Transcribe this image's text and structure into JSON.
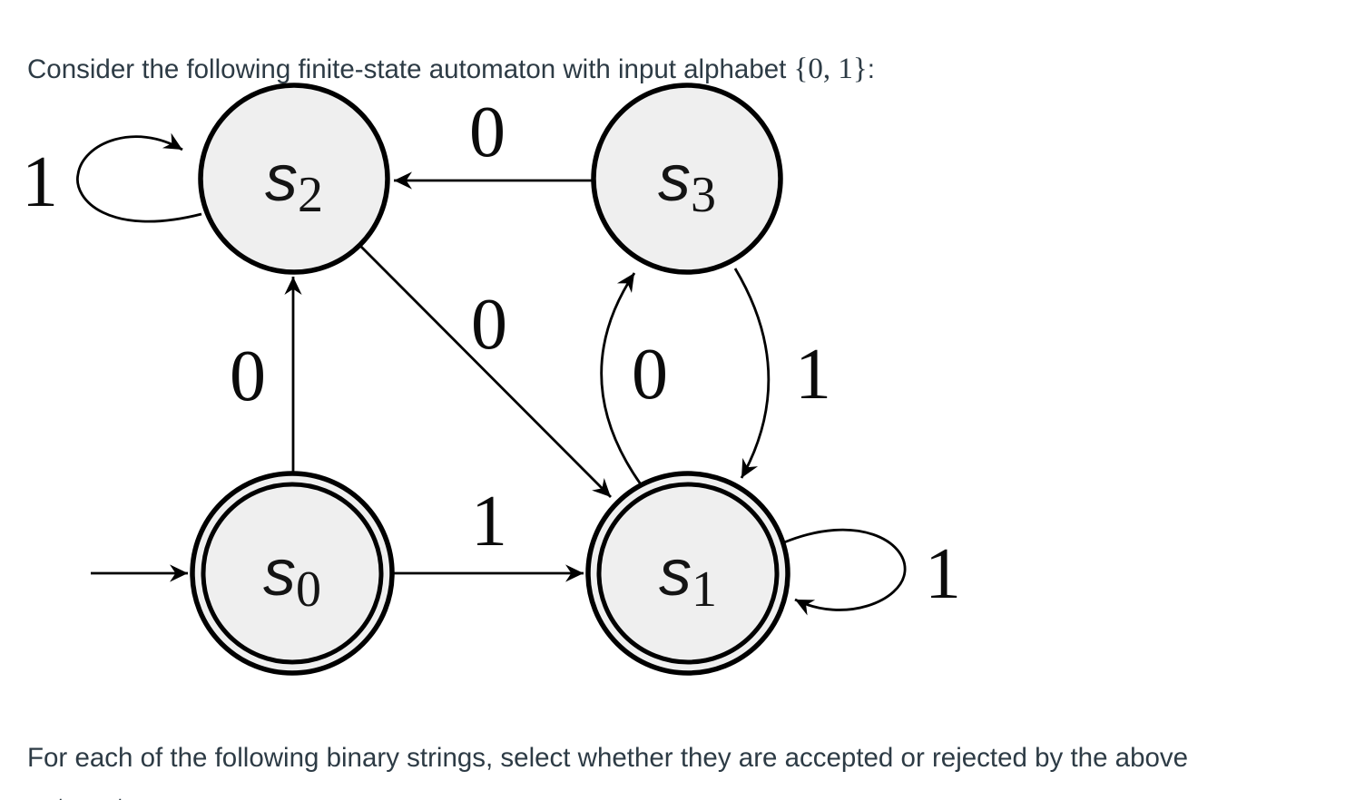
{
  "question": {
    "intro_prefix": "Consider the following finite-state automaton with input alphabet ",
    "intro_math": "{0, 1}",
    "intro_suffix": ":",
    "footer_lines": [
      "For each of the following binary strings, select whether they are accepted or rejected by the above",
      "automaton."
    ]
  },
  "automaton": {
    "states": {
      "s0": {
        "main": "s",
        "sub": "0",
        "accepting": true,
        "start": true
      },
      "s1": {
        "main": "s",
        "sub": "1",
        "accepting": true,
        "start": false
      },
      "s2": {
        "main": "s",
        "sub": "2",
        "accepting": false,
        "start": false
      },
      "s3": {
        "main": "s",
        "sub": "3",
        "accepting": false,
        "start": false
      }
    },
    "transitions": [
      {
        "from": "s0",
        "to": "s2",
        "symbol": "0"
      },
      {
        "from": "s0",
        "to": "s1",
        "symbol": "1"
      },
      {
        "from": "s1",
        "to": "s3",
        "symbol": "0"
      },
      {
        "from": "s1",
        "to": "s1",
        "symbol": "1"
      },
      {
        "from": "s2",
        "to": "s2",
        "symbol": "1"
      },
      {
        "from": "s2",
        "to": "s1",
        "symbol": "0"
      },
      {
        "from": "s3",
        "to": "s2",
        "symbol": "0"
      },
      {
        "from": "s3",
        "to": "s1",
        "symbol": "1"
      }
    ],
    "colors": {
      "state_fill": "#efefef",
      "diagram_stroke": "#000000",
      "text": "#2d3b45"
    }
  }
}
